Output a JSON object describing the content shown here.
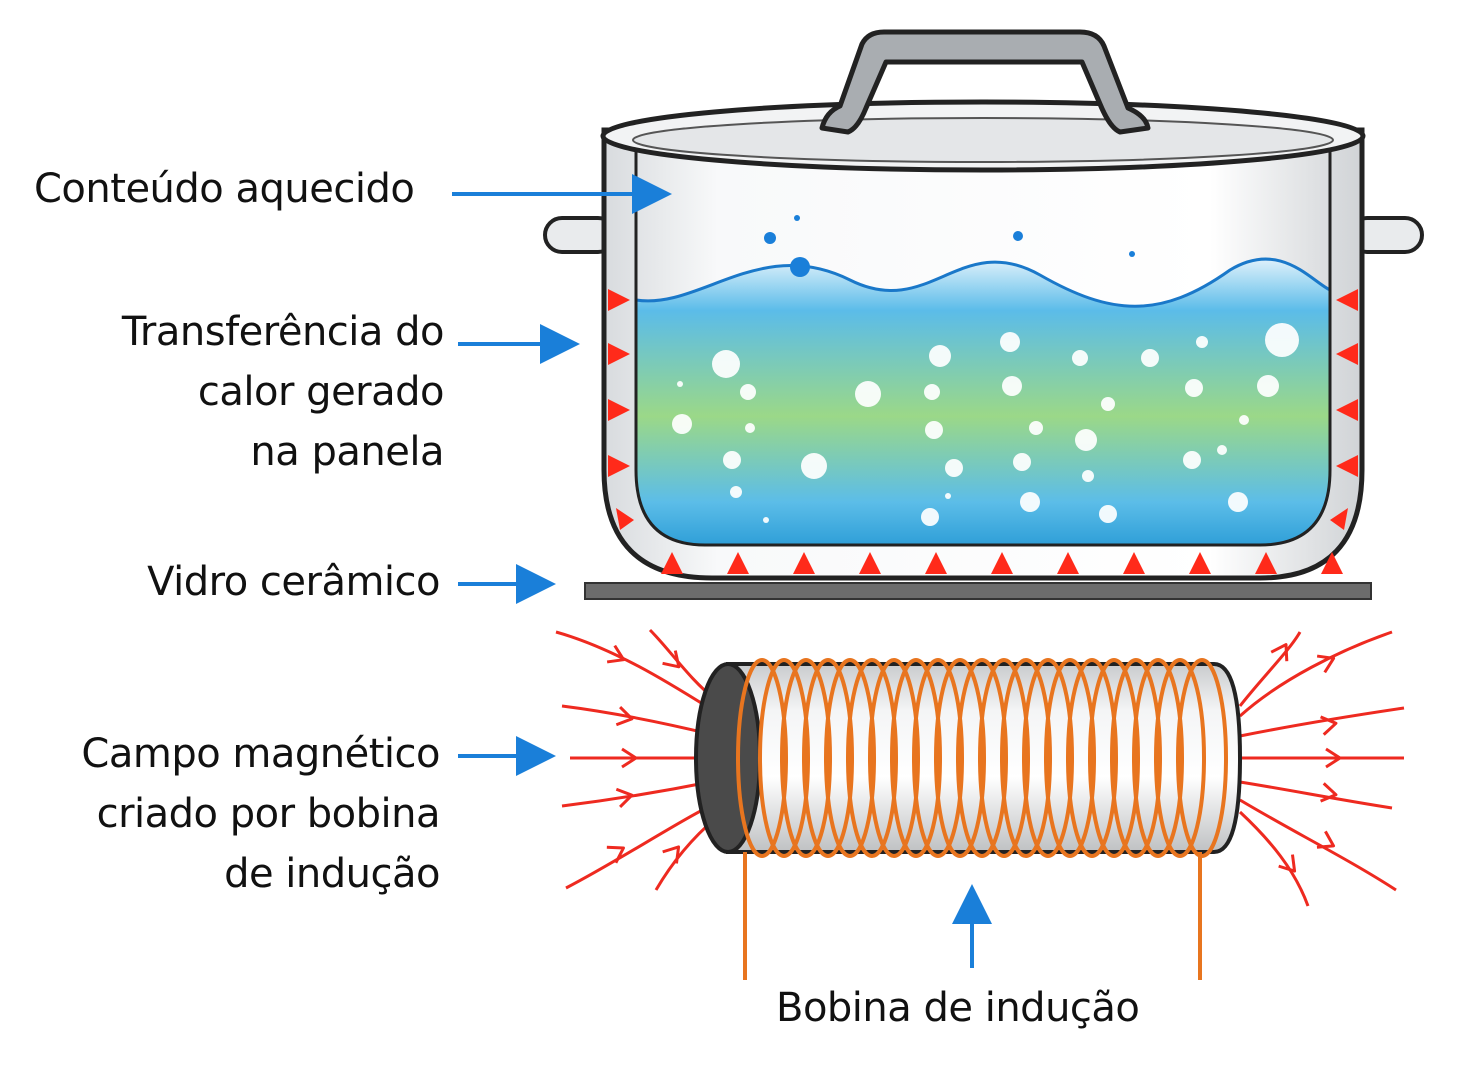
{
  "labels": {
    "heated_contents": "Conteúdo aquecido",
    "heat_transfer": [
      "Transferência do",
      "calor gerado",
      "na panela"
    ],
    "ceramic_glass": "Vidro cerâmico",
    "magnetic_field": [
      "Campo magnético",
      "criado por bobina",
      "de indução"
    ],
    "induction_coil": "Bobina de indução"
  },
  "colors": {
    "arrow_blue": "#1a7fd9",
    "field_red": "#ee2a20",
    "coil_copper": "#e8751f",
    "heat_red": "#ff2a1a",
    "glass_gray": "#6c6c6c",
    "water_blue": "#4fb6e8",
    "water_green": "#8fd68a",
    "pot_steel": "#eef0f2"
  }
}
